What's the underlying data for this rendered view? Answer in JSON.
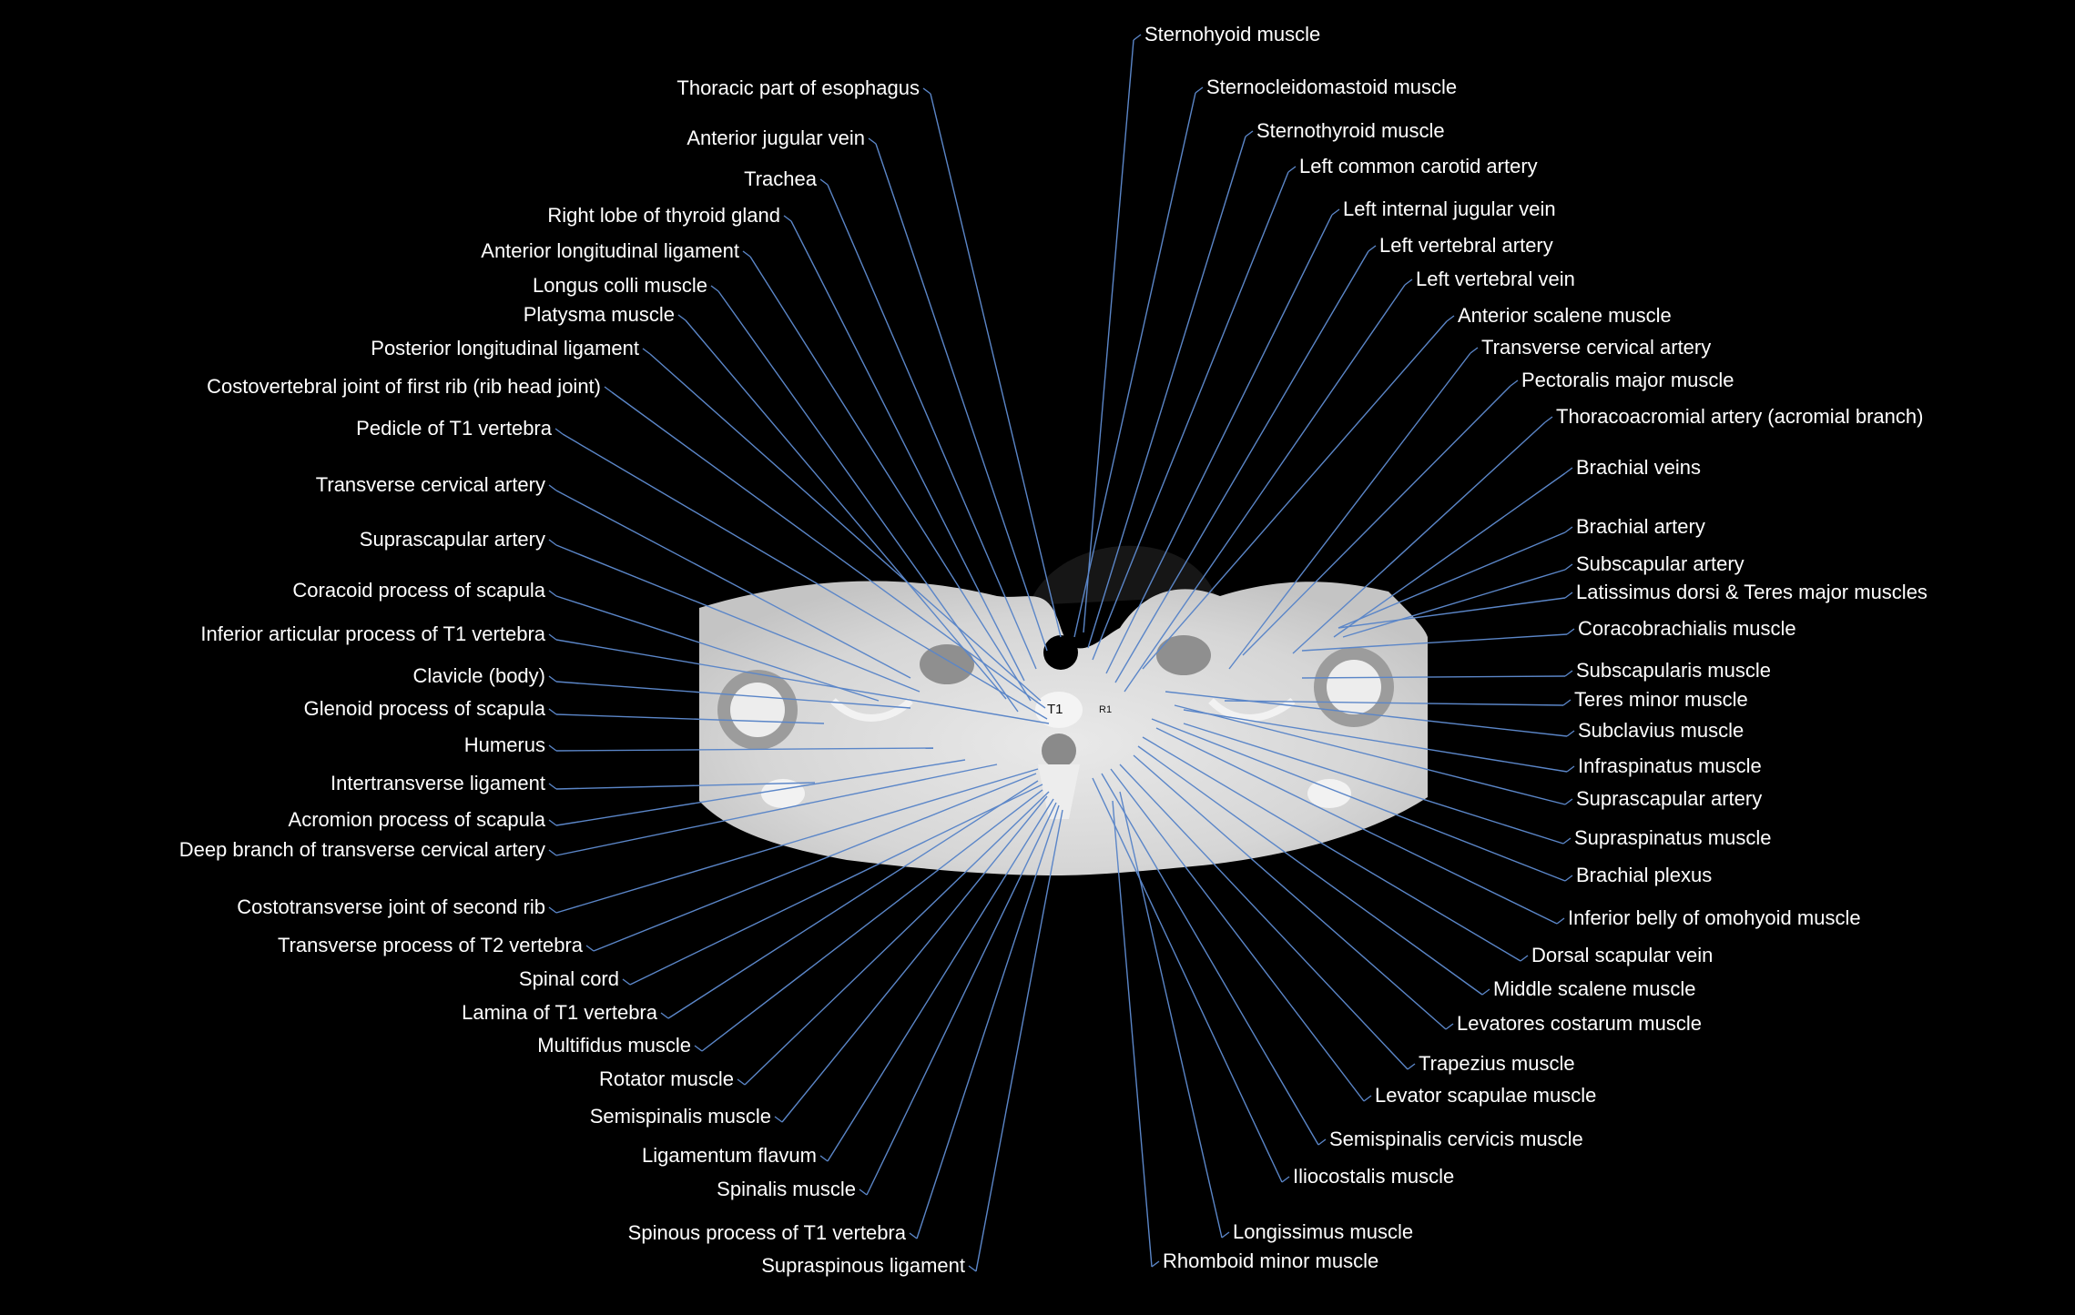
{
  "image": {
    "background": "#000000",
    "leader_color": "#5b86c8",
    "label_color": "#ffffff"
  },
  "markers": {
    "vertebra": "T1",
    "rib": "R1"
  },
  "labels_left": [
    "Thoracic part of esophagus",
    "Anterior jugular vein",
    "Trachea",
    "Right lobe of thyroid gland",
    "Anterior longitudinal ligament",
    "Longus colli muscle",
    "Platysma muscle",
    "Posterior longitudinal ligament",
    "Costovertebral joint of first rib (rib head joint)",
    "Pedicle of T1 vertebra",
    "Transverse cervical artery",
    "Suprascapular artery",
    "Coracoid process of scapula",
    "Inferior articular process of T1 vertebra",
    "Clavicle (body)",
    "Glenoid process of scapula",
    "Humerus",
    "Intertransverse ligament",
    "Acromion process of scapula",
    "Deep branch of transverse cervical artery",
    "Costotransverse joint of second rib",
    "Transverse process of T2 vertebra",
    "Spinal cord",
    "Lamina of T1 vertebra",
    "Multifidus muscle",
    "Rotator muscle",
    "Semispinalis muscle",
    "Ligamentum flavum",
    "Spinalis muscle",
    "Spinous process of T1 vertebra",
    "Supraspinous ligament"
  ],
  "labels_right": [
    "Sternohyoid muscle",
    "Sternocleidomastoid muscle",
    "Sternothyroid muscle",
    "Left common carotid artery",
    "Left internal jugular vein",
    "Left vertebral artery",
    "Left vertebral vein",
    "Anterior scalene muscle",
    "Transverse cervical artery",
    "Pectoralis major muscle",
    "Thoracoacromial artery (acromial branch)",
    "Brachial veins",
    "Brachial artery",
    "Subscapular artery",
    "Latissimus dorsi & Teres major muscles",
    "Coracobrachialis muscle",
    "Subscapularis muscle",
    "Teres minor muscle",
    "Subclavius muscle",
    "Infraspinatus muscle",
    "Suprascapular artery",
    "Supraspinatus muscle",
    "Brachial plexus",
    "Inferior belly of omohyoid muscle",
    "Dorsal scapular vein",
    "Middle scalene muscle",
    "Levatores costarum muscle",
    "Trapezius muscle",
    "Levator scapulae muscle",
    "Semispinalis cervicis muscle",
    "Iliocostalis muscle",
    "Longissimus muscle",
    "Rhomboid minor muscle"
  ]
}
